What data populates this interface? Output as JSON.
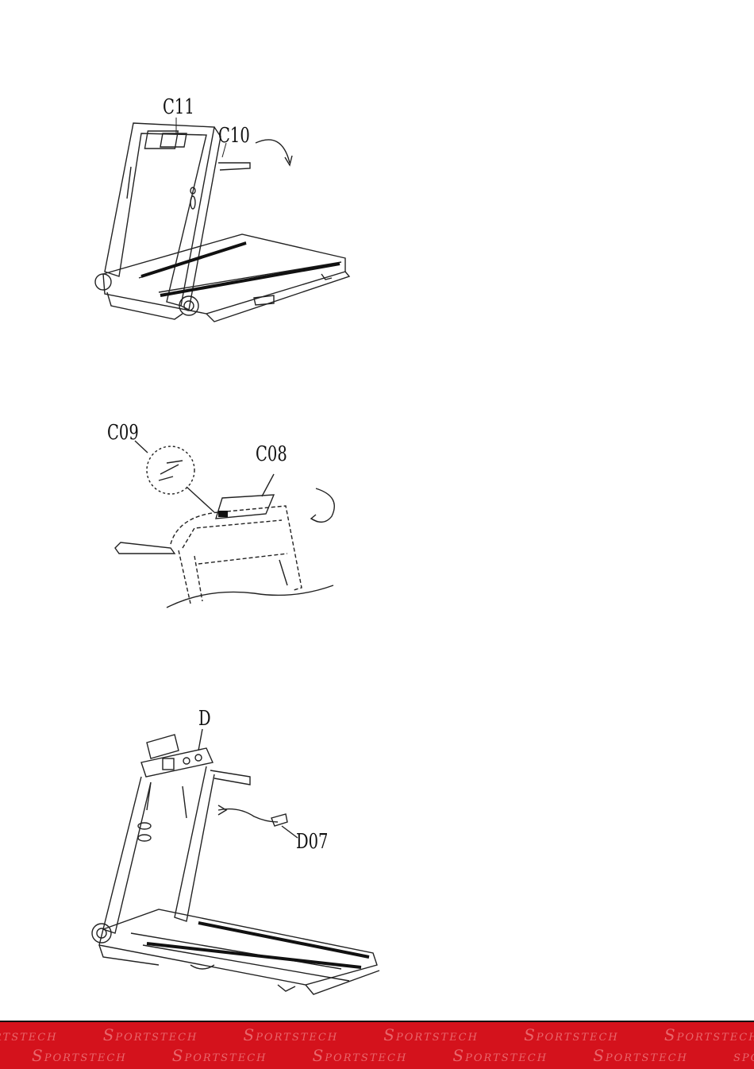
{
  "figure1": {
    "labels": {
      "c11": "C11",
      "c10": "C10"
    }
  },
  "figure2": {
    "labels": {
      "c09": "C09",
      "c08": "C08"
    }
  },
  "figure3": {
    "labels": {
      "d": "D",
      "d07": "D07"
    }
  },
  "footer": {
    "brand_initial": "S",
    "brand_rest": "PORTSTECH",
    "row1_partial": "RTSTECH",
    "row2_partial": "SPORT"
  }
}
